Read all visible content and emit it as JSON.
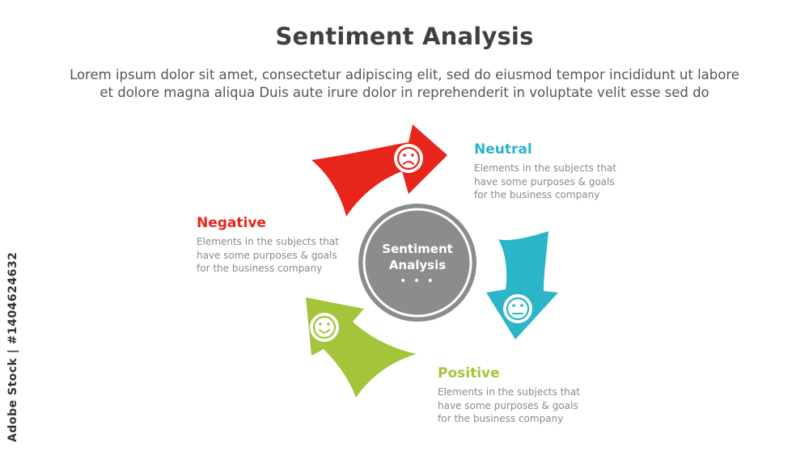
{
  "header": {
    "title": "Sentiment Analysis",
    "subtitle_line1": "Lorem ipsum dolor sit amet, consectetur adipiscing elit, sed do eiusmod tempor incididunt ut labore",
    "subtitle_line2": "et dolore magna aliqua Duis aute irure dolor in reprehenderit in voluptate velit esse sed do"
  },
  "center": {
    "line1": "Sentiment",
    "line2": "Analysis",
    "dots": "• • •",
    "color": "#8c8c8c"
  },
  "items": [
    {
      "key": "neutral",
      "title": "Neutral",
      "description": "Elements in the subjects that\nhave  some purposes & goals\nfor the  business company",
      "color": "#2bb5c8",
      "icon": "neutral-face-icon"
    },
    {
      "key": "negative",
      "title": "Negative",
      "description": "Elements in the subjects that\nhave  some purposes & goals\nfor the  business company",
      "color": "#e8251b",
      "icon": "sad-face-icon"
    },
    {
      "key": "positive",
      "title": "Positive",
      "description": "Elements in the subjects that\nhave  some purposes & goals\nfor the  business company",
      "color": "#a4c43a",
      "icon": "happy-face-icon"
    }
  ],
  "credit": "Adobe Stock | #1404624632"
}
